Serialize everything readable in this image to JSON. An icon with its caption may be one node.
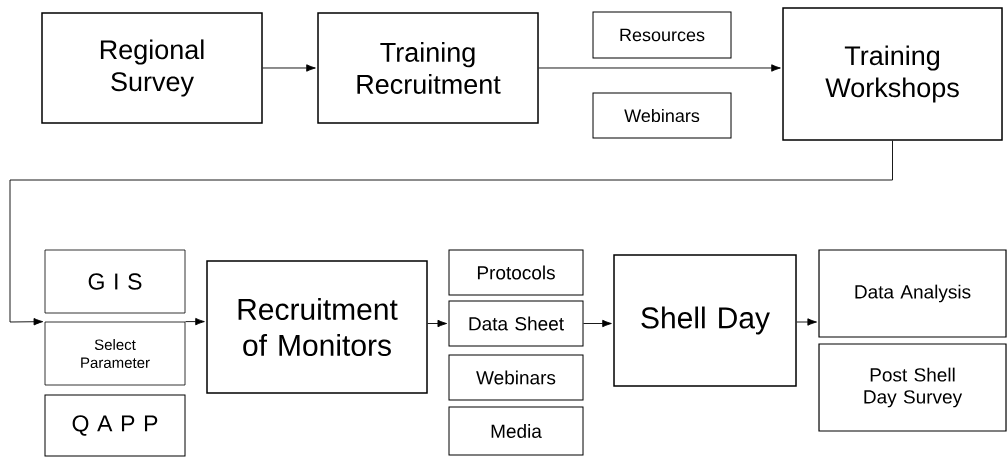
{
  "diagram": {
    "nodes": [
      {
        "text": [
          "Regional Survey"
        ]
      },
      {
        "text": [
          "Training Recruitment"
        ]
      },
      {
        "text": [
          "Resources"
        ]
      },
      {
        "text": [
          "Webinars"
        ]
      },
      {
        "text": [
          "Training Workshops"
        ]
      },
      {
        "text": [
          "G I S"
        ]
      },
      {
        "text": [
          "Select Parameter"
        ]
      },
      {
        "text": [
          "Q A P P"
        ]
      },
      {
        "text": [
          "Recruitment of Monitors"
        ]
      },
      {
        "text": [
          "Protocols"
        ]
      },
      {
        "text": [
          "Data Sheet"
        ]
      },
      {
        "text": [
          "Webinars"
        ]
      },
      {
        "text": [
          "Media"
        ]
      },
      {
        "text": [
          "Shell Day"
        ]
      },
      {
        "text": [
          "Data Analysis"
        ]
      },
      {
        "text": [
          "Post Shell Day Survey"
        ]
      }
    ],
    "edges": [
      {
        "from": 0,
        "to": 1,
        "arrow": "to"
      },
      {
        "from": 1,
        "to": 4,
        "arrow": "to"
      },
      {
        "from": 4,
        "to": 6,
        "arrow": "to"
      },
      {
        "from": 6,
        "to": 8,
        "arrow": "to"
      },
      {
        "from": 8,
        "to": 10,
        "arrow": "to"
      },
      {
        "from": 10,
        "to": 13,
        "arrow": "to"
      },
      {
        "from": 13,
        "to": 14,
        "arrow": "to"
      }
    ]
  }
}
